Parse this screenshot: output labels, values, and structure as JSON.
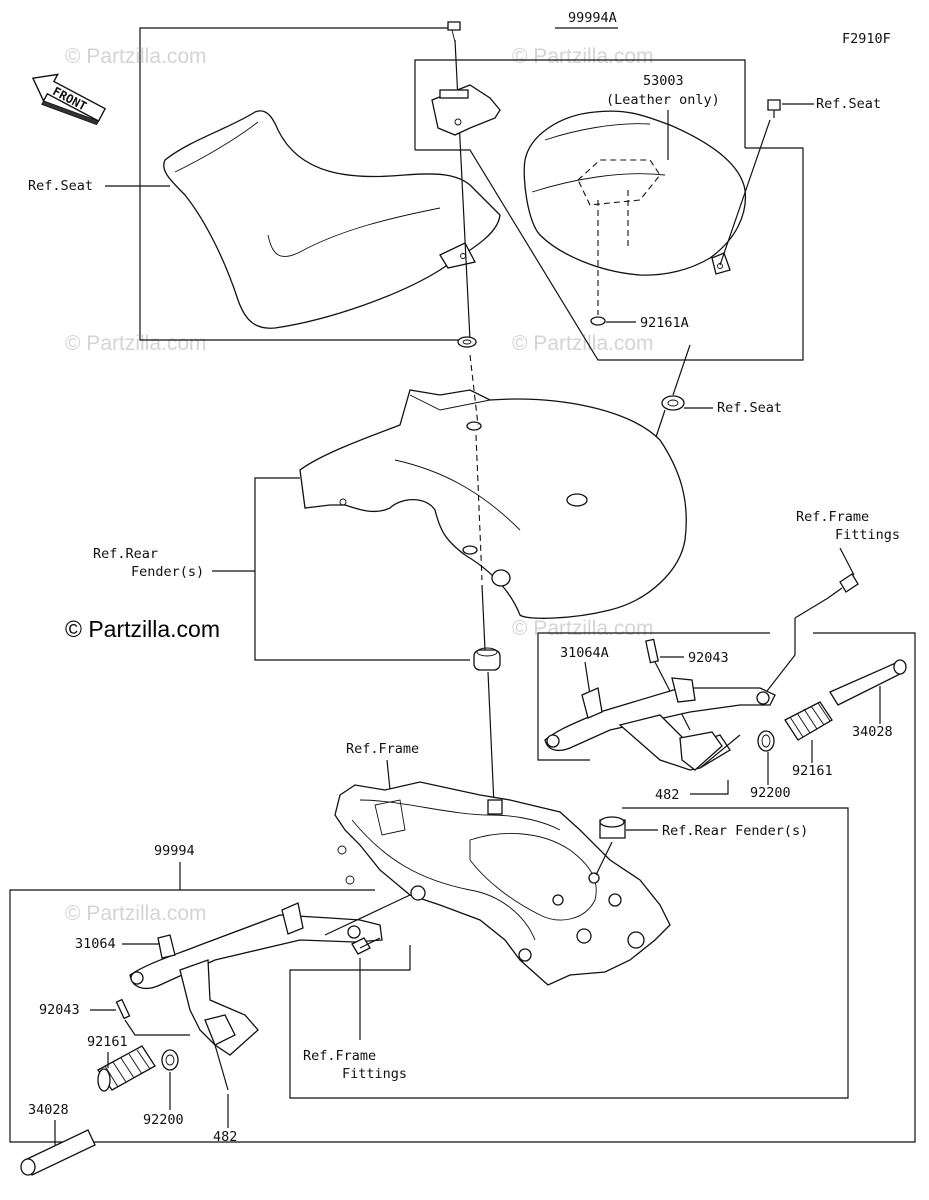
{
  "figure_code": "F2910F",
  "watermark": "© Partzilla.com",
  "copyright": "© Partzilla.com",
  "front_label": "FRONT",
  "labels": {
    "part_99994A": "99994A",
    "part_53003": "53003",
    "leather_only": "(Leather only)",
    "ref_seat_right": "Ref.Seat",
    "ref_seat_left": "Ref.Seat",
    "part_92161A": "92161A",
    "ref_seat_mid": "Ref.Seat",
    "ref_rear_fender_1": "Ref.Rear",
    "ref_rear_fender_2": "Fender(s)",
    "ref_frame_fittings_r1": "Ref.Frame",
    "ref_frame_fittings_r2": "Fittings",
    "part_31064A": "31064A",
    "part_92043_r": "92043",
    "part_34028_r": "34028",
    "part_92161_r": "92161",
    "part_92200_r": "92200",
    "part_482_r": "482",
    "ref_frame": "Ref.Frame",
    "ref_rear_fenders_r": "Ref.Rear Fender(s)",
    "part_99994": "99994",
    "part_31064": "31064",
    "part_92043_l": "92043",
    "part_92161_l": "92161",
    "part_34028_l": "34028",
    "part_92200_l": "92200",
    "part_482_l": "482",
    "ref_frame_fittings_l1": "Ref.Frame",
    "ref_frame_fittings_l2": "Fittings"
  }
}
